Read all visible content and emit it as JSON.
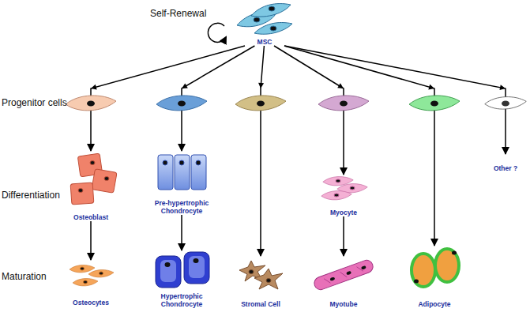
{
  "diagram": {
    "nodes": [
      {
        "text": [
          "MSC"
        ]
      },
      {
        "text": [
          "Osteoblast"
        ]
      },
      {
        "text": [
          "Pre-hypertrophic Chondrocyte"
        ]
      },
      {
        "text": [
          "Stromal Cell"
        ]
      },
      {
        "text": [
          "Myocyte"
        ]
      },
      {
        "text": [
          "Adipocyte"
        ]
      },
      {
        "text": [
          "Other ?"
        ]
      },
      {
        "text": [
          "Osteocytes"
        ]
      },
      {
        "text": [
          "Hypertrophic Chondrocyte"
        ]
      },
      {
        "text": [
          "Myotube"
        ]
      }
    ],
    "edges": [
      {
        "from": 0,
        "to": 1,
        "arrow": "to"
      },
      {
        "from": 0,
        "to": 2,
        "arrow": "to"
      },
      {
        "from": 0,
        "to": 3,
        "arrow": "to"
      },
      {
        "from": 0,
        "to": 4,
        "arrow": "to"
      },
      {
        "from": 0,
        "to": 5,
        "arrow": "to"
      },
      {
        "from": 0,
        "to": 6,
        "arrow": "to"
      },
      {
        "from": 1,
        "to": 7,
        "arrow": "to"
      },
      {
        "from": 2,
        "to": 8,
        "arrow": "to"
      },
      {
        "from": 4,
        "to": 9,
        "arrow": "to"
      }
    ],
    "labels": [
      "Self-Renewal",
      "Progenitor cells",
      "Differentiation",
      "Maturation"
    ]
  }
}
